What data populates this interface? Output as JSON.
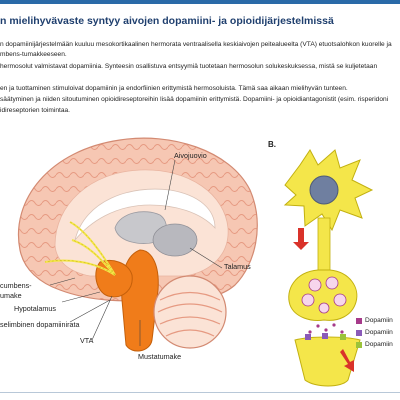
{
  "title": "n mielihyvävaste syntyy aivojen dopamiini- ja opioidijärjestelmissä",
  "paragraphs": [
    [
      "n dopamiinijärjestelmään kuuluu mesokortikaalinen hermorata ventraalisella keskiaivojen peitealueelta (VTA) etuotsalohkon kuorelle ja",
      "mbens-tumakkeeseen.",
      "hermosolut valmistavat dopamiinia. Synteesin osallistuva entsyymiä tuotetaan hermosolun solukeskuksessa, mistä se kuljetetaan"
    ],
    [
      "en ja tuottaminen stimuloivat dopamiinin ja endorfiinien erittymistä hermosoluista. Tämä saa aikaan mielihyvän tunteen.",
      "säätyminen ja niiden sitoutuminen opioidireseptoreihin lisää dopamiinin erittymistä. Dopamiini- ja opioidiantagonistit (esim. risperidoni",
      "idireseptorien toimintaa."
    ]
  ],
  "panel_b_label": "B.",
  "brain_labels": {
    "aivojuovio": "Aivojuovio",
    "talamus": "Talamus",
    "accumbens": "cumbens-",
    "tumake": "umake",
    "hypotalamus": "Hypotalamus",
    "dopamiinirata": "selimbinen dopamiinirata",
    "vta": "VTA",
    "mustatumake": "Mustatumake"
  },
  "legend": [
    "Dopamiin",
    "Dopamiin",
    "Dopamiin"
  ],
  "colors": {
    "title": "#1f3f6e",
    "cortex": "#f6c7b3",
    "white_matter": "#fbe3d6",
    "orange": "#f07c1a",
    "neuron_yellow": "#f4e64a",
    "nucleus": "#6f7fa0",
    "arrow": "#d9322a"
  }
}
